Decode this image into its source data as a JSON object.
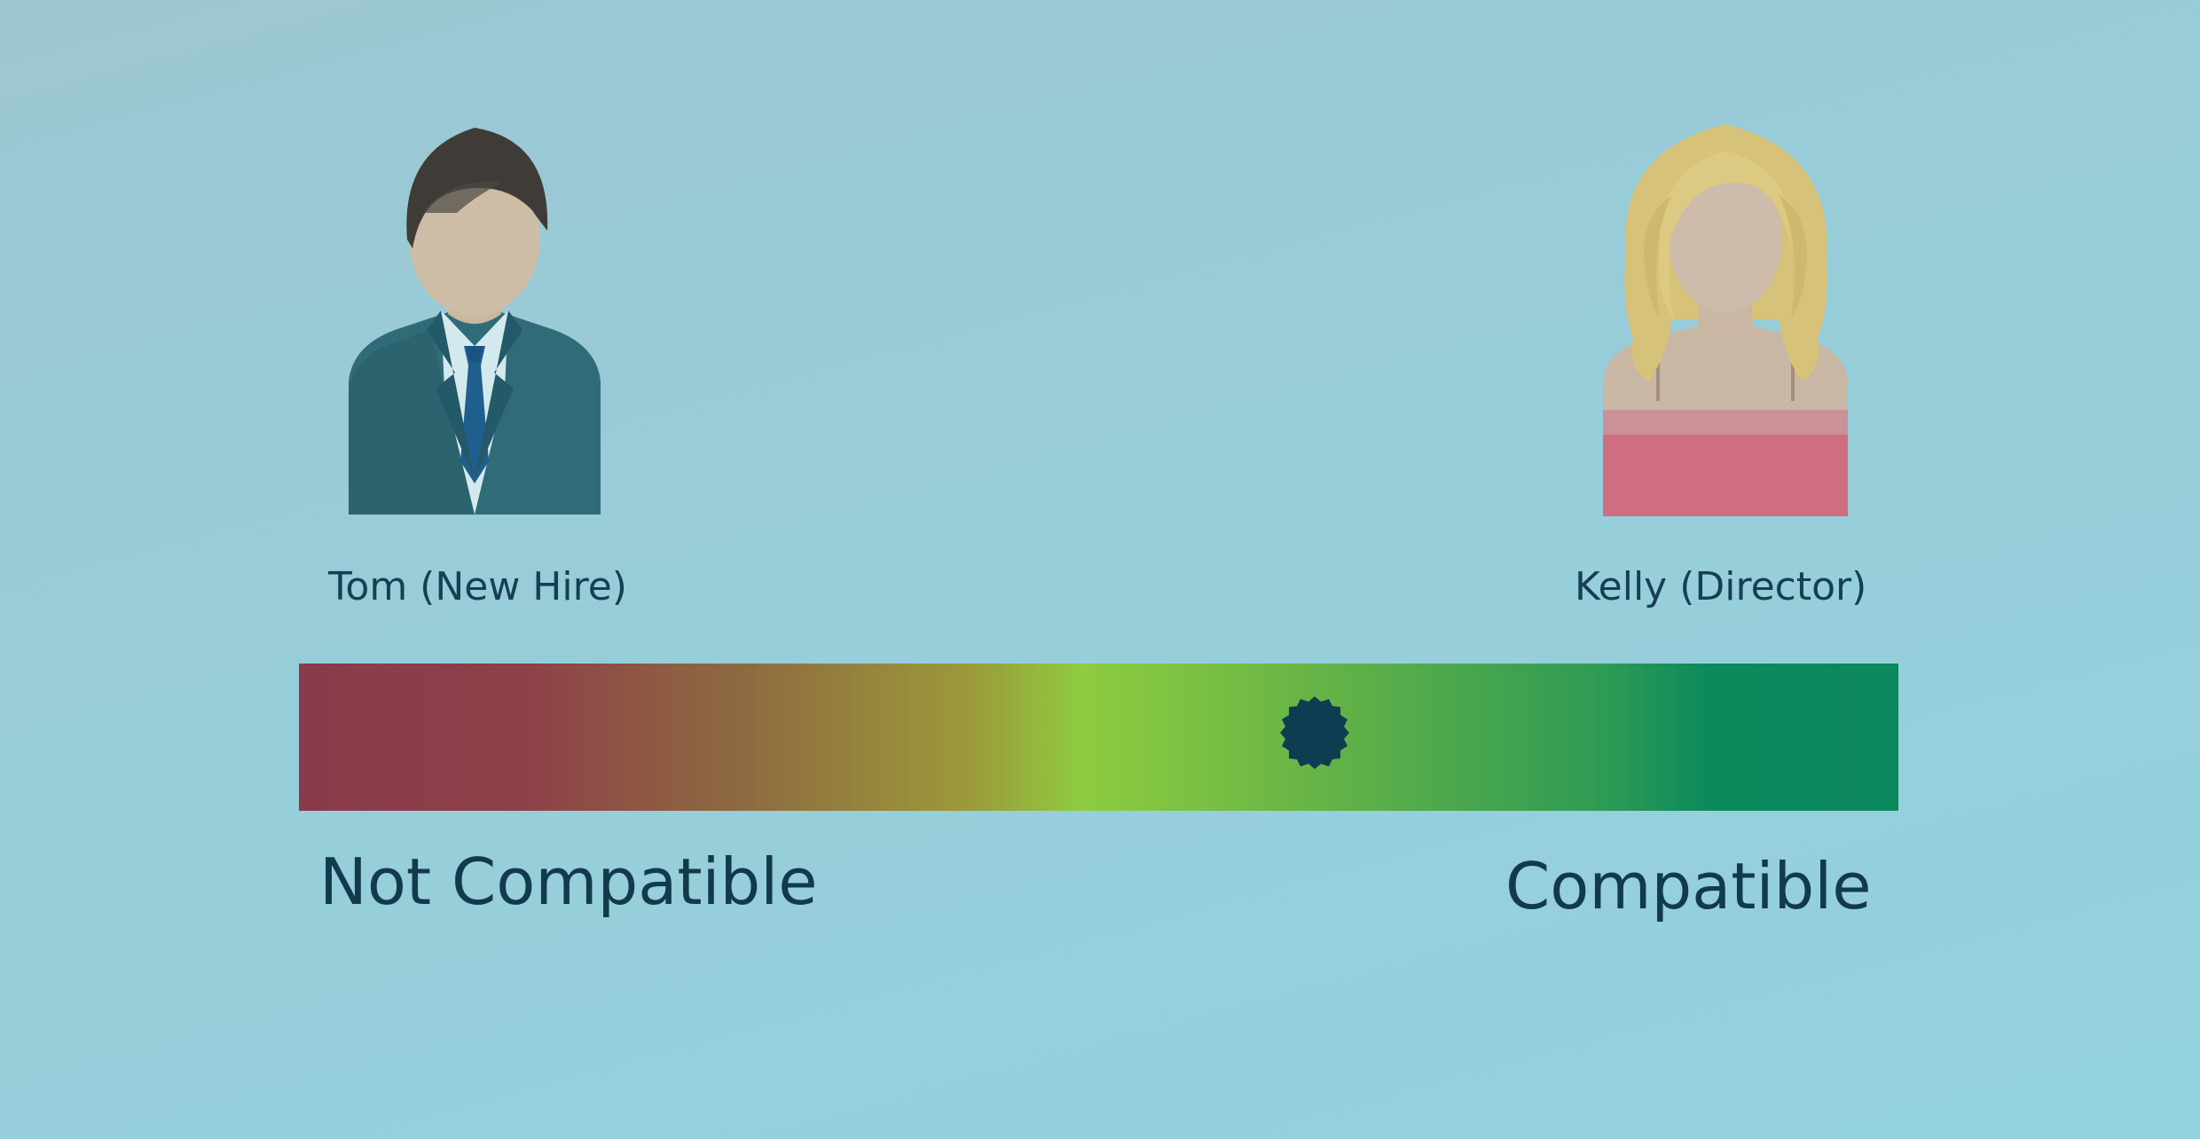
{
  "diagram": {
    "people": [
      {
        "name": "Tom (New Hire)",
        "icon": "male-person-icon"
      },
      {
        "name": "Kelly (Director)",
        "icon": "female-person-icon"
      }
    ],
    "scale": {
      "min_label": "Not Compatible",
      "max_label": "Compatible",
      "marker_position": 0.635,
      "gradient_colors": [
        "#8a3a4a",
        "#8e6b40",
        "#8ecc40",
        "#0b885c"
      ],
      "marker_color": "#0e3d52"
    }
  }
}
